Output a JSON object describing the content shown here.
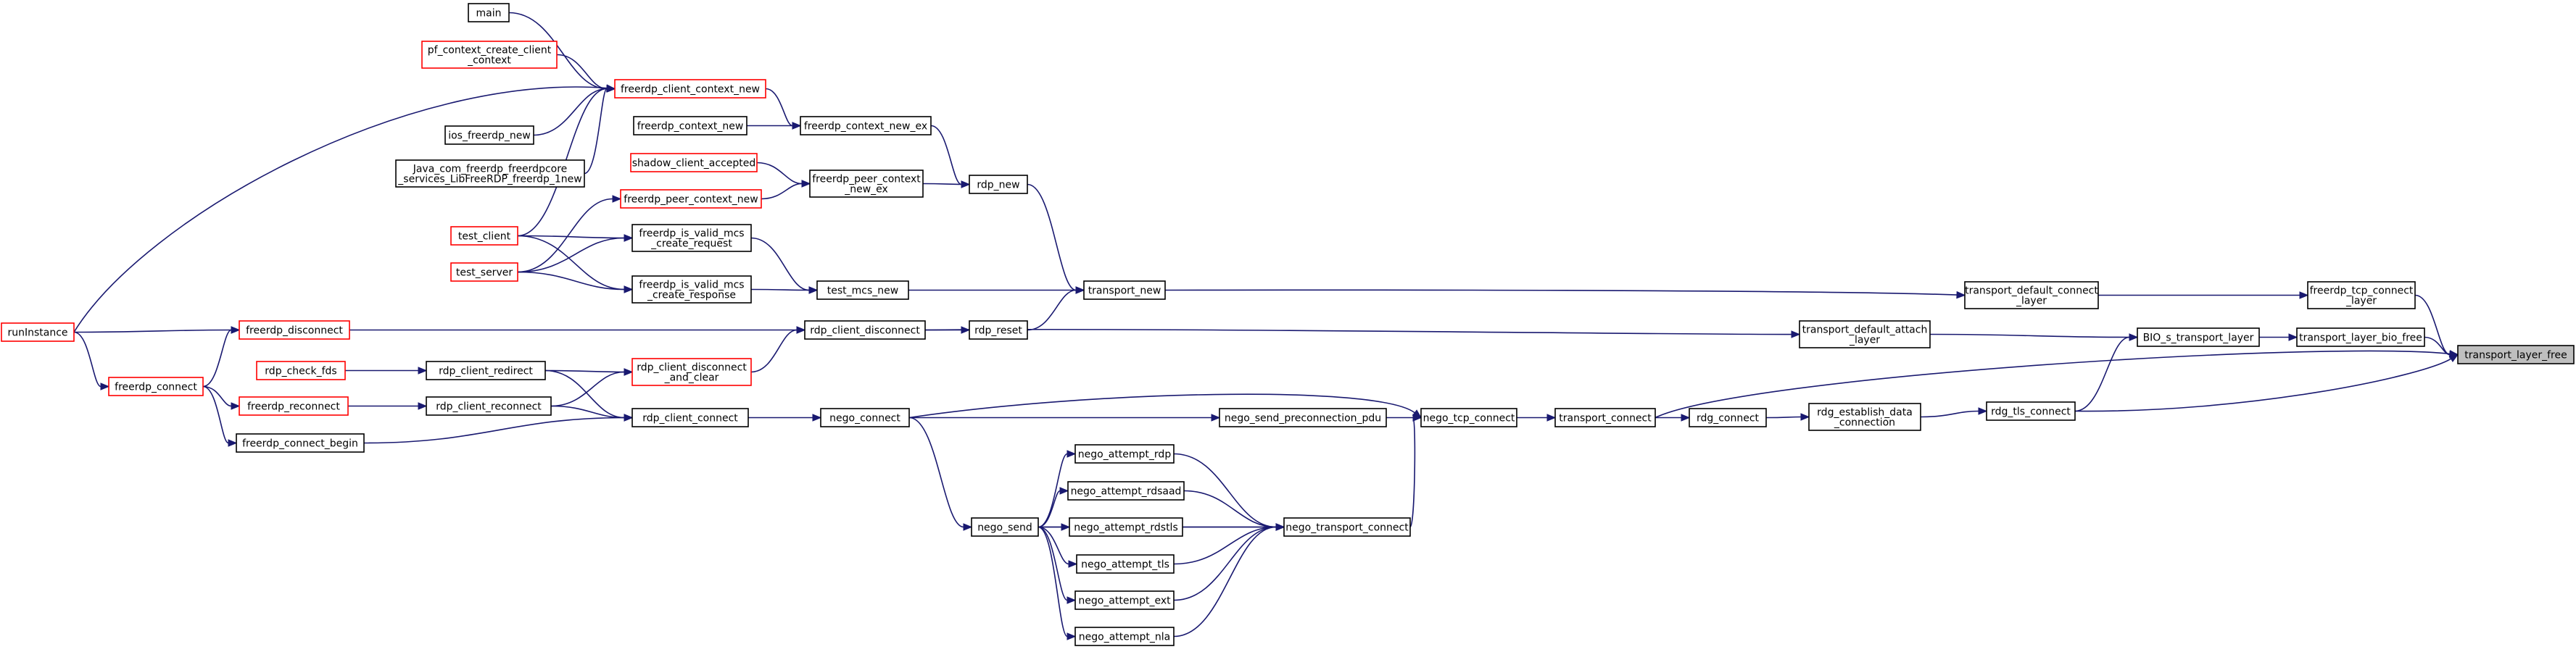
{
  "diagram": {
    "nodes": [
      {
        "id": "transport_layer_free",
        "lines": [
          "transport_layer_free"
        ],
        "style": "root"
      },
      {
        "id": "freerdp_tcp_connect_layer",
        "lines": [
          "freerdp_tcp_connect",
          "_layer"
        ],
        "style": "normal"
      },
      {
        "id": "transport_layer_bio_free",
        "lines": [
          "transport_layer_bio_free"
        ],
        "style": "normal"
      },
      {
        "id": "transport_connect",
        "lines": [
          "transport_connect"
        ],
        "style": "normal"
      },
      {
        "id": "rdg_tls_connect",
        "lines": [
          "rdg_tls_connect"
        ],
        "style": "normal"
      },
      {
        "id": "transport_default_connect_layer",
        "lines": [
          "transport_default_connect",
          "_layer"
        ],
        "style": "normal"
      },
      {
        "id": "bio_s_transport_layer",
        "lines": [
          "BIO_s_transport_layer"
        ],
        "style": "normal"
      },
      {
        "id": "transport_default_attach_layer",
        "lines": [
          "transport_default_attach",
          "_layer"
        ],
        "style": "normal"
      },
      {
        "id": "rdg_establish_data_connection",
        "lines": [
          "rdg_establish_data",
          "_connection"
        ],
        "style": "normal"
      },
      {
        "id": "rdg_connect",
        "lines": [
          "rdg_connect"
        ],
        "style": "normal"
      },
      {
        "id": "transport_new",
        "lines": [
          "transport_new"
        ],
        "style": "normal"
      },
      {
        "id": "nego_tcp_connect",
        "lines": [
          "nego_tcp_connect"
        ],
        "style": "normal"
      },
      {
        "id": "rdp_new",
        "lines": [
          "rdp_new"
        ],
        "style": "normal"
      },
      {
        "id": "rdp_reset",
        "lines": [
          "rdp_reset"
        ],
        "style": "normal"
      },
      {
        "id": "test_mcs_new",
        "lines": [
          "test_mcs_new"
        ],
        "style": "normal"
      },
      {
        "id": "nego_send_preconnection_pdu",
        "lines": [
          "nego_send_preconnection_pdu"
        ],
        "style": "normal"
      },
      {
        "id": "nego_transport_connect",
        "lines": [
          "nego_transport_connect"
        ],
        "style": "normal"
      },
      {
        "id": "freerdp_context_new_ex",
        "lines": [
          "freerdp_context_new_ex"
        ],
        "style": "normal"
      },
      {
        "id": "freerdp_peer_context_new_ex",
        "lines": [
          "freerdp_peer_context",
          "_new_ex"
        ],
        "style": "normal"
      },
      {
        "id": "rdp_client_disconnect",
        "lines": [
          "rdp_client_disconnect"
        ],
        "style": "normal"
      },
      {
        "id": "nego_connect",
        "lines": [
          "nego_connect"
        ],
        "style": "normal"
      },
      {
        "id": "nego_attempt_rdp",
        "lines": [
          "nego_attempt_rdp"
        ],
        "style": "normal"
      },
      {
        "id": "nego_attempt_rdsaad",
        "lines": [
          "nego_attempt_rdsaad"
        ],
        "style": "normal"
      },
      {
        "id": "nego_attempt_rdstls",
        "lines": [
          "nego_attempt_rdstls"
        ],
        "style": "normal"
      },
      {
        "id": "nego_attempt_tls",
        "lines": [
          "nego_attempt_tls"
        ],
        "style": "normal"
      },
      {
        "id": "nego_attempt_ext",
        "lines": [
          "nego_attempt_ext"
        ],
        "style": "normal"
      },
      {
        "id": "nego_attempt_nla",
        "lines": [
          "nego_attempt_nla"
        ],
        "style": "normal"
      },
      {
        "id": "nego_send",
        "lines": [
          "nego_send"
        ],
        "style": "normal"
      },
      {
        "id": "freerdp_client_context_new",
        "lines": [
          "freerdp_client_context_new"
        ],
        "style": "red"
      },
      {
        "id": "freerdp_context_new",
        "lines": [
          "freerdp_context_new"
        ],
        "style": "normal"
      },
      {
        "id": "shadow_client_accepted",
        "lines": [
          "shadow_client_accepted"
        ],
        "style": "red"
      },
      {
        "id": "freerdp_peer_context_new",
        "lines": [
          "freerdp_peer_context_new"
        ],
        "style": "red"
      },
      {
        "id": "freerdp_is_valid_mcs_create_request",
        "lines": [
          "freerdp_is_valid_mcs",
          "_create_request"
        ],
        "style": "normal"
      },
      {
        "id": "freerdp_is_valid_mcs_create_response",
        "lines": [
          "freerdp_is_valid_mcs",
          "_create_response"
        ],
        "style": "normal"
      },
      {
        "id": "rdp_client_disconnect_and_clear",
        "lines": [
          "rdp_client_disconnect",
          "_and_clear"
        ],
        "style": "red"
      },
      {
        "id": "rdp_client_connect",
        "lines": [
          "rdp_client_connect"
        ],
        "style": "normal"
      },
      {
        "id": "main",
        "lines": [
          "main"
        ],
        "style": "normal"
      },
      {
        "id": "pf_context_create_client_context",
        "lines": [
          "pf_context_create_client",
          "_context"
        ],
        "style": "red"
      },
      {
        "id": "ios_freerdp_new",
        "lines": [
          "ios_freerdp_new"
        ],
        "style": "normal"
      },
      {
        "id": "java_com_freerdp",
        "lines": [
          "Java_com_freerdp_freerdpcore",
          "_services_LibFreeRDP_freerdp_1new"
        ],
        "style": "normal"
      },
      {
        "id": "test_client",
        "lines": [
          "test_client"
        ],
        "style": "red"
      },
      {
        "id": "test_server",
        "lines": [
          "test_server"
        ],
        "style": "red"
      },
      {
        "id": "freerdp_disconnect",
        "lines": [
          "freerdp_disconnect"
        ],
        "style": "red"
      },
      {
        "id": "rdp_client_redirect",
        "lines": [
          "rdp_client_redirect"
        ],
        "style": "normal"
      },
      {
        "id": "rdp_client_reconnect",
        "lines": [
          "rdp_client_reconnect"
        ],
        "style": "normal"
      },
      {
        "id": "rdp_check_fds",
        "lines": [
          "rdp_check_fds"
        ],
        "style": "red"
      },
      {
        "id": "freerdp_reconnect",
        "lines": [
          "freerdp_reconnect"
        ],
        "style": "red"
      },
      {
        "id": "freerdp_connect_begin",
        "lines": [
          "freerdp_connect_begin"
        ],
        "style": "normal"
      },
      {
        "id": "runinstance",
        "lines": [
          "runInstance"
        ],
        "style": "red"
      },
      {
        "id": "freerdp_connect",
        "lines": [
          "freerdp_connect"
        ],
        "style": "red"
      }
    ],
    "edges": [
      [
        "freerdp_tcp_connect_layer",
        "transport_layer_free"
      ],
      [
        "transport_layer_bio_free",
        "transport_layer_free"
      ],
      [
        "transport_connect",
        "transport_layer_free"
      ],
      [
        "rdg_tls_connect",
        "transport_layer_free"
      ],
      [
        "transport_default_connect_layer",
        "freerdp_tcp_connect_layer"
      ],
      [
        "bio_s_transport_layer",
        "transport_layer_bio_free"
      ],
      [
        "rdg_tls_connect",
        "bio_s_transport_layer"
      ],
      [
        "transport_default_attach_layer",
        "bio_s_transport_layer"
      ],
      [
        "rdg_establish_data_connection",
        "rdg_tls_connect"
      ],
      [
        "rdg_connect",
        "rdg_establish_data_connection"
      ],
      [
        "transport_connect",
        "rdg_connect"
      ],
      [
        "transport_new",
        "transport_default_connect_layer"
      ],
      [
        "rdp_client_disconnect",
        "transport_default_attach_layer"
      ],
      [
        "nego_tcp_connect",
        "transport_connect"
      ],
      [
        "rdp_new",
        "transport_new"
      ],
      [
        "rdp_reset",
        "transport_new"
      ],
      [
        "test_mcs_new",
        "transport_new"
      ],
      [
        "nego_connect",
        "nego_tcp_connect"
      ],
      [
        "nego_send_preconnection_pdu",
        "nego_tcp_connect"
      ],
      [
        "nego_transport_connect",
        "nego_tcp_connect"
      ],
      [
        "freerdp_context_new_ex",
        "rdp_new"
      ],
      [
        "freerdp_peer_context_new_ex",
        "rdp_new"
      ],
      [
        "rdp_client_disconnect",
        "rdp_reset"
      ],
      [
        "freerdp_is_valid_mcs_create_request",
        "test_mcs_new"
      ],
      [
        "freerdp_is_valid_mcs_create_response",
        "test_mcs_new"
      ],
      [
        "nego_connect",
        "nego_send_preconnection_pdu"
      ],
      [
        "nego_attempt_rdp",
        "nego_transport_connect"
      ],
      [
        "nego_attempt_rdsaad",
        "nego_transport_connect"
      ],
      [
        "nego_attempt_rdstls",
        "nego_transport_connect"
      ],
      [
        "nego_attempt_tls",
        "nego_transport_connect"
      ],
      [
        "nego_attempt_ext",
        "nego_transport_connect"
      ],
      [
        "nego_attempt_nla",
        "nego_transport_connect"
      ],
      [
        "nego_send",
        "nego_transport_connect"
      ],
      [
        "freerdp_client_context_new",
        "freerdp_context_new_ex"
      ],
      [
        "freerdp_context_new",
        "freerdp_context_new_ex"
      ],
      [
        "shadow_client_accepted",
        "freerdp_peer_context_new_ex"
      ],
      [
        "freerdp_peer_context_new",
        "freerdp_peer_context_new_ex"
      ],
      [
        "freerdp_disconnect",
        "rdp_client_disconnect"
      ],
      [
        "rdp_client_disconnect_and_clear",
        "rdp_client_disconnect"
      ],
      [
        "rdp_client_connect",
        "nego_connect"
      ],
      [
        "nego_connect",
        "nego_send"
      ],
      [
        "nego_send",
        "nego_attempt_rdp"
      ],
      [
        "nego_send",
        "nego_attempt_rdsaad"
      ],
      [
        "nego_send",
        "nego_attempt_rdstls"
      ],
      [
        "nego_send",
        "nego_attempt_tls"
      ],
      [
        "nego_send",
        "nego_attempt_ext"
      ],
      [
        "nego_send",
        "nego_attempt_nla"
      ],
      [
        "main",
        "freerdp_client_context_new"
      ],
      [
        "pf_context_create_client_context",
        "freerdp_client_context_new"
      ],
      [
        "ios_freerdp_new",
        "freerdp_client_context_new"
      ],
      [
        "java_com_freerdp",
        "freerdp_client_context_new"
      ],
      [
        "test_client",
        "freerdp_client_context_new"
      ],
      [
        "runinstance",
        "freerdp_client_context_new"
      ],
      [
        "test_server",
        "freerdp_peer_context_new"
      ],
      [
        "test_client",
        "freerdp_is_valid_mcs_create_request"
      ],
      [
        "test_server",
        "freerdp_is_valid_mcs_create_request"
      ],
      [
        "test_client",
        "freerdp_is_valid_mcs_create_response"
      ],
      [
        "test_server",
        "freerdp_is_valid_mcs_create_response"
      ],
      [
        "rdp_client_redirect",
        "rdp_client_disconnect_and_clear"
      ],
      [
        "rdp_client_reconnect",
        "rdp_client_disconnect_and_clear"
      ],
      [
        "rdp_client_redirect",
        "rdp_client_connect"
      ],
      [
        "rdp_client_reconnect",
        "rdp_client_connect"
      ],
      [
        "freerdp_connect_begin",
        "rdp_client_connect"
      ],
      [
        "runinstance",
        "freerdp_disconnect"
      ],
      [
        "freerdp_connect",
        "freerdp_disconnect"
      ],
      [
        "rdp_check_fds",
        "rdp_client_redirect"
      ],
      [
        "freerdp_reconnect",
        "rdp_client_reconnect"
      ],
      [
        "runinstance",
        "freerdp_connect"
      ],
      [
        "freerdp_connect",
        "freerdp_reconnect"
      ],
      [
        "freerdp_connect",
        "freerdp_connect_begin"
      ]
    ]
  }
}
